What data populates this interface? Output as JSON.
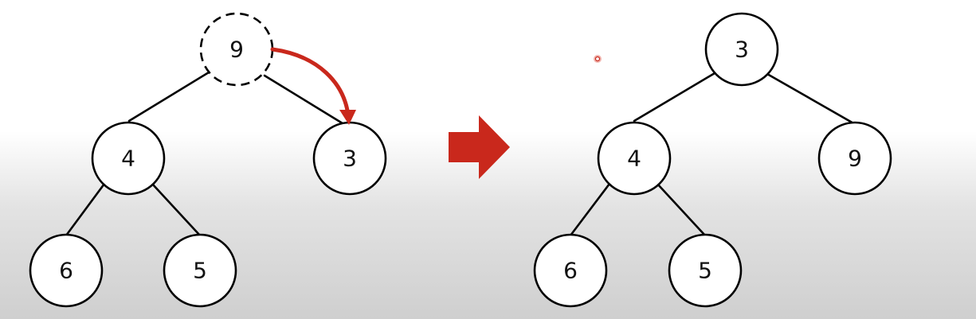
{
  "colors": {
    "accent": "#c9281c",
    "stroke": "#000000",
    "node_fill": "#ffffff"
  },
  "before_tree": {
    "nodes": [
      {
        "id": "b9",
        "label": "9",
        "dashed": true
      },
      {
        "id": "b4",
        "label": "4"
      },
      {
        "id": "b3",
        "label": "3"
      },
      {
        "id": "b6",
        "label": "6"
      },
      {
        "id": "b5",
        "label": "5"
      }
    ],
    "edges": [
      [
        "b9",
        "b4"
      ],
      [
        "b9",
        "b3"
      ],
      [
        "b4",
        "b6"
      ],
      [
        "b4",
        "b5"
      ]
    ],
    "swap_arrow": {
      "from": "9",
      "to": "3"
    }
  },
  "after_tree": {
    "nodes": [
      {
        "id": "a3",
        "label": "3"
      },
      {
        "id": "a4",
        "label": "4"
      },
      {
        "id": "a9",
        "label": "9"
      },
      {
        "id": "a6",
        "label": "6"
      },
      {
        "id": "a5",
        "label": "5"
      }
    ],
    "edges": [
      [
        "a3",
        "a4"
      ],
      [
        "a3",
        "a9"
      ],
      [
        "a4",
        "a6"
      ],
      [
        "a4",
        "a5"
      ]
    ]
  },
  "transition_arrow_icon": "right-arrow-icon",
  "cursor_marker_icon": "pointer-dot-icon"
}
